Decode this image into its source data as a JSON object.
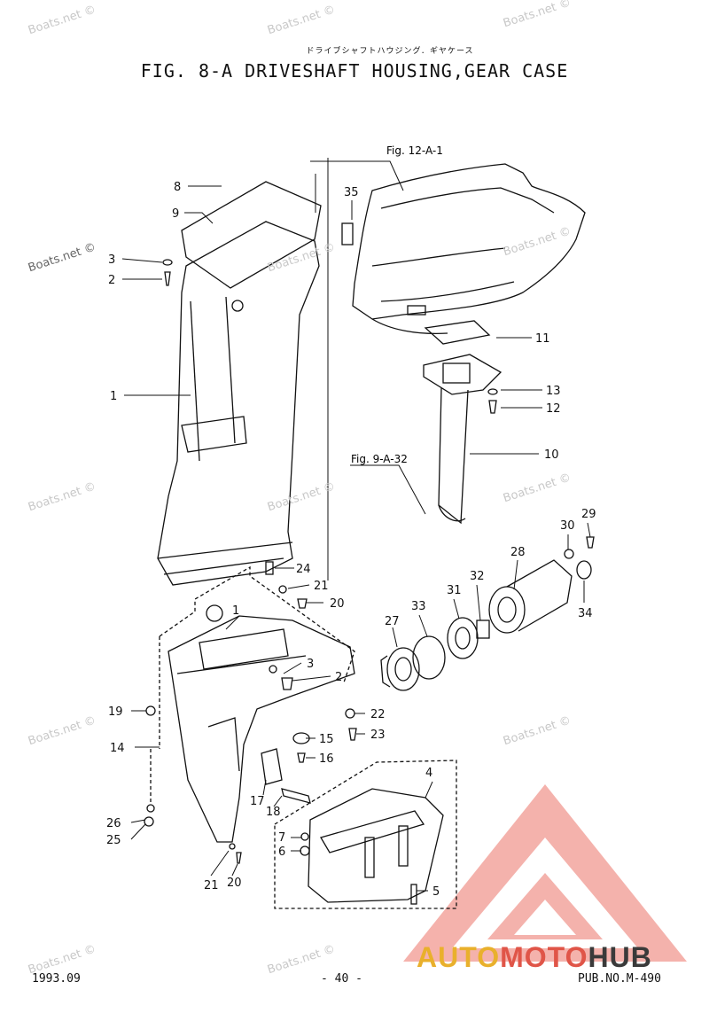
{
  "header": {
    "subtitle": "ドライブシャフトハウジング．ギヤケース",
    "title": "FIG.  8-A DRIVESHAFT HOUSING,GEAR CASE"
  },
  "refs": {
    "fig12": "Fig. 12-A-1",
    "fig9": "Fig. 9-A-32"
  },
  "callouts": [
    {
      "n": "1"
    },
    {
      "n": "1"
    },
    {
      "n": "2"
    },
    {
      "n": "2"
    },
    {
      "n": "3"
    },
    {
      "n": "3"
    },
    {
      "n": "4"
    },
    {
      "n": "5"
    },
    {
      "n": "6"
    },
    {
      "n": "7"
    },
    {
      "n": "8"
    },
    {
      "n": "9"
    },
    {
      "n": "10"
    },
    {
      "n": "11"
    },
    {
      "n": "12"
    },
    {
      "n": "13"
    },
    {
      "n": "14"
    },
    {
      "n": "15"
    },
    {
      "n": "16"
    },
    {
      "n": "17"
    },
    {
      "n": "18"
    },
    {
      "n": "19"
    },
    {
      "n": "20"
    },
    {
      "n": "20"
    },
    {
      "n": "21"
    },
    {
      "n": "21"
    },
    {
      "n": "22"
    },
    {
      "n": "23"
    },
    {
      "n": "24"
    },
    {
      "n": "25"
    },
    {
      "n": "26"
    },
    {
      "n": "27"
    },
    {
      "n": "28"
    },
    {
      "n": "29"
    },
    {
      "n": "30"
    },
    {
      "n": "31"
    },
    {
      "n": "32"
    },
    {
      "n": "33"
    },
    {
      "n": "34"
    },
    {
      "n": "35"
    }
  ],
  "footer": {
    "date": "1993.09",
    "page": "- 40 -",
    "pub": "PUB.NO.M-490"
  },
  "watermark": "Boats.net ©",
  "logo": {
    "part_a": "AUTO",
    "part_b": "MOTO",
    "part_c": "HUB",
    "colors": {
      "auto": "#e9b02c",
      "moto": "#e05548",
      "hub": "#3a3a3a",
      "triangle": "#e05548"
    }
  }
}
